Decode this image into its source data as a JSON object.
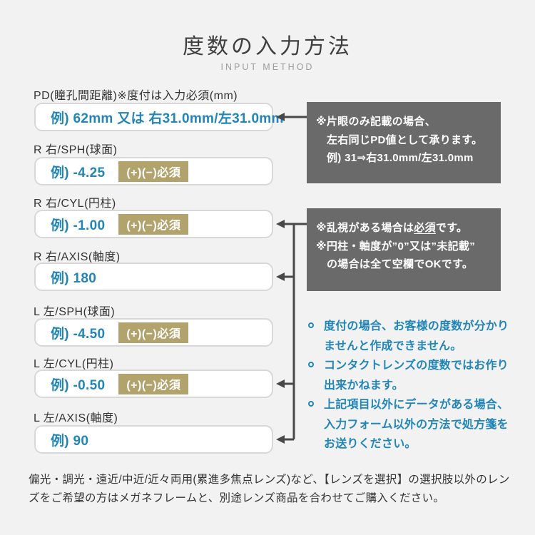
{
  "header": {
    "title": "度数の入力方法",
    "subtitle": "INPUT METHOD"
  },
  "form": {
    "fields": [
      {
        "label": "PD(瞳孔間距離)※度付は入力必須(mm)",
        "example": "例) 62mm 又は 右31.0mm/左31.0mm"
      },
      {
        "label": "R 右/SPH(球面)",
        "example": "例) -4.25",
        "badge": "(+)(−)必須"
      },
      {
        "label": "R 右/CYL(円柱)",
        "example": "例) -1.00",
        "badge": "(+)(−)必須"
      },
      {
        "label": "R 右/AXIS(軸度)",
        "example": "例) 180"
      },
      {
        "label": "L 左/SPH(球面)",
        "example": "例) -4.50",
        "badge": "(+)(−)必須"
      },
      {
        "label": "L 左/CYL(円柱)",
        "example": "例) -0.50",
        "badge": "(+)(−)必須"
      },
      {
        "label": "L 左/AXIS(軸度)",
        "example": "例) 90"
      }
    ]
  },
  "notes": {
    "pd_note": {
      "line1": "※片眼のみ記載の場合、",
      "line2": "左右同じPD値として承ります。",
      "line3": "例) 31⇒右31.0mm/左31.0mm"
    },
    "cyl_note": {
      "line1_pre": "※乱視がある場合は",
      "line1_em": "必須",
      "line1_post": "です。",
      "line2": "※円柱・軸度が”0”又は”未記載”",
      "line3": "の場合は全て空欄でOKです。"
    }
  },
  "bullets": [
    "度付の場合、お客様の度数が分かりませんと作成できません。",
    "コンタクトレンズの度数ではお作り出来かねます。",
    "上記項目以外にデータがある場合、入力フォーム以外の方法で処方箋をお送りください。"
  ],
  "footer": {
    "text": "偏光・調光・遠近/中近/近々両用(累進多焦点レンズ)など、【レンズを選択】の選択肢以外のレンズをご希望の方はメガネフレームと、別途レンズ商品を合わせてご購入ください。"
  },
  "colors": {
    "accent_blue": "#2285b8",
    "badge_gold": "#b2a26b",
    "note_gray": "#6a6a6a",
    "arrow": "#484848",
    "background": "#f2f2f2"
  }
}
